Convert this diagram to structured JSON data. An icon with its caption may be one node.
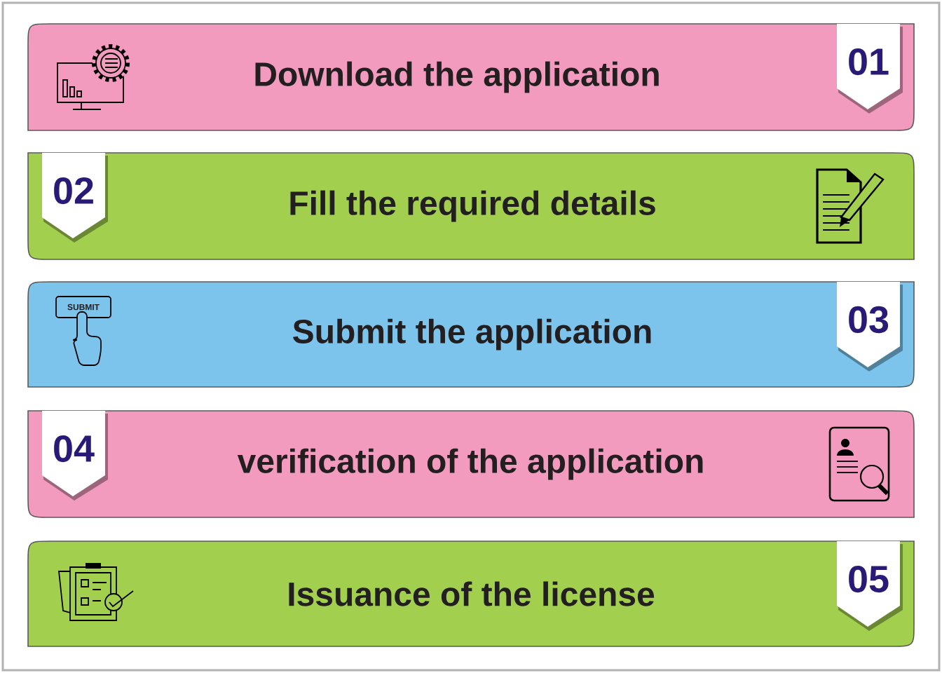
{
  "diagram": {
    "nodes": [
      {
        "text": [
          "Download the application"
        ]
      },
      {
        "text": [
          "01"
        ],
        "in": 0
      },
      {
        "text": [
          "Fill the required details"
        ]
      },
      {
        "text": [
          "02"
        ],
        "in": 2
      },
      {
        "text": [
          "Submit the application"
        ]
      },
      {
        "text": [
          "03"
        ],
        "in": 4
      },
      {
        "text": [
          "verification of the application"
        ]
      },
      {
        "text": [
          "04"
        ],
        "in": 6
      },
      {
        "text": [
          "Issuance of the license"
        ]
      },
      {
        "text": [
          "05"
        ],
        "in": 8
      }
    ],
    "labels": [
      "SUBMIT"
    ]
  }
}
